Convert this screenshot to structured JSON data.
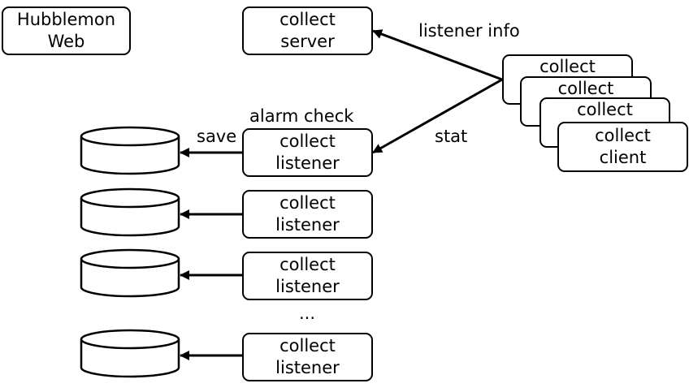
{
  "hubblemon": {
    "line1": "Hubblemon",
    "line2": "Web"
  },
  "server": {
    "line1": "collect",
    "line2": "server"
  },
  "clients": {
    "back1": "collect",
    "back2": "collect",
    "back3": "collect",
    "front_line1": "collect",
    "front_line2": "client"
  },
  "listeners": [
    {
      "line1": "collect",
      "line2": "listener"
    },
    {
      "line1": "collect",
      "line2": "listener"
    },
    {
      "line1": "collect",
      "line2": "listener"
    },
    {
      "line1": "collect",
      "line2": "listener"
    }
  ],
  "labels": {
    "listener_info": "listener  info",
    "stat": "stat",
    "alarm_check": "alarm  check",
    "save": "save",
    "ellipsis": "..."
  },
  "colors": {
    "stroke": "#000000",
    "fill": "#ffffff"
  }
}
